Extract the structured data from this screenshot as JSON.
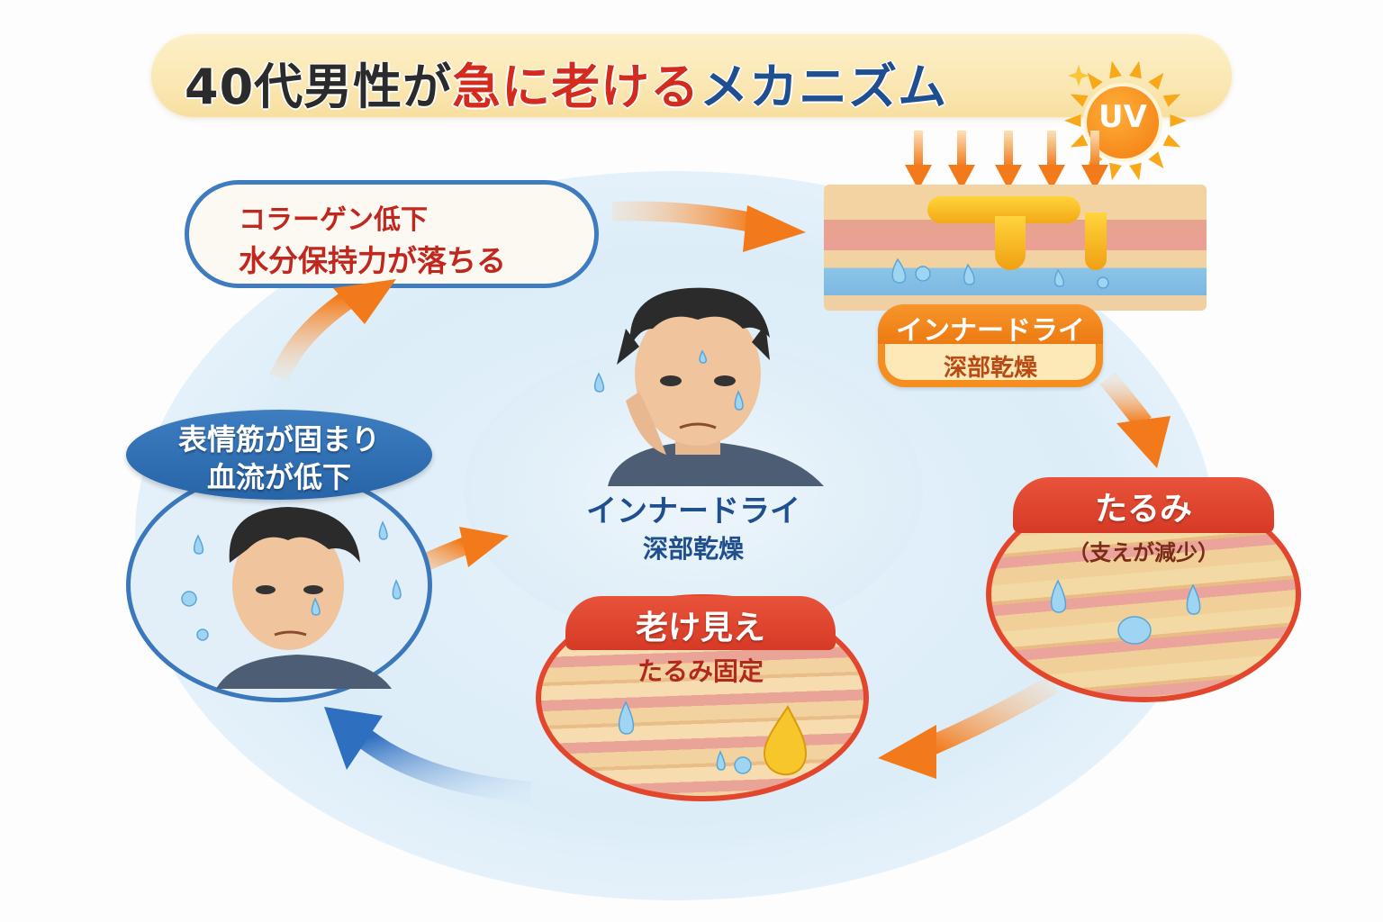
{
  "title": {
    "part1": "40代男性が",
    "part2": "急に老ける",
    "part3": "メカニズム"
  },
  "uv_badge": {
    "label": "UV",
    "icon": "sun-icon"
  },
  "steps": {
    "collagen": {
      "line1": "コラーゲン低下",
      "line2": "水分保持力が落ちる"
    },
    "inner_dry": {
      "line1": "インナードライ",
      "line2": "深部乾燥"
    },
    "sagging": {
      "title": "たるみ",
      "subtitle": "（支えが減少）"
    },
    "aged_look": {
      "title": "老け見え",
      "subtitle": "たるみ固定"
    },
    "muscle": {
      "line1": "表情筋が固まり",
      "line2": "血流が低下"
    }
  },
  "center": {
    "line1": "インナードライ",
    "line2": "深部乾燥"
  },
  "colors": {
    "title_dark": "#2b2b2b",
    "title_red": "#d32b1e",
    "title_blue": "#1f4f8e",
    "arrow_orange": "#f27a1a",
    "arrow_blue": "#2e6fc0",
    "badge_red": "#e2462d",
    "bubble_blue": "#3e7cbf"
  }
}
